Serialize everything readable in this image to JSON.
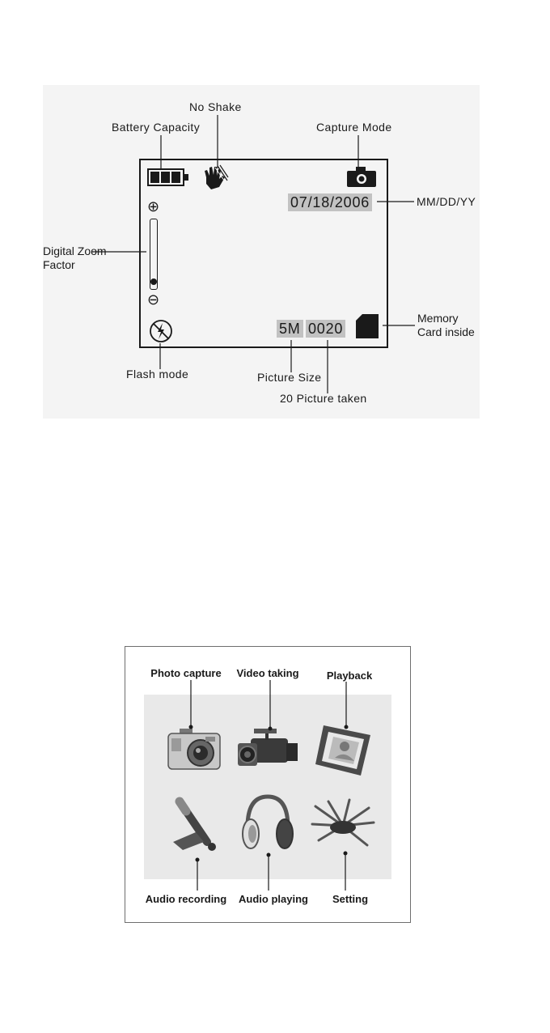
{
  "diagram1": {
    "labels": {
      "no_shake": "No Shake",
      "battery_capacity": "Battery Capacity",
      "capture_mode": "Capture Mode",
      "date_format": "MM/DD/YY",
      "digital_zoom_line1": "Digital Zoom",
      "digital_zoom_line2": "Factor",
      "memory_card_line1": "Memory",
      "memory_card_line2": "Card  inside",
      "flash_mode": "Flash  mode",
      "picture_size": "Picture  Size",
      "pictures_taken": "20  Picture  taken"
    },
    "screen": {
      "date": "07/18/2006",
      "size": "5M",
      "count": "0020",
      "zoom_plus": "⊕",
      "zoom_minus": "⊖"
    }
  },
  "diagram2": {
    "items": [
      {
        "label": "Photo capture",
        "icon": "camera-icon"
      },
      {
        "label": "Video taking",
        "icon": "camcorder-icon"
      },
      {
        "label": "Playback",
        "icon": "photo-frame-icon"
      },
      {
        "label": "Audio recording",
        "icon": "microphone-icon"
      },
      {
        "label": "Audio playing",
        "icon": "headphones-icon"
      },
      {
        "label": "Setting",
        "icon": "multitool-icon"
      }
    ]
  }
}
